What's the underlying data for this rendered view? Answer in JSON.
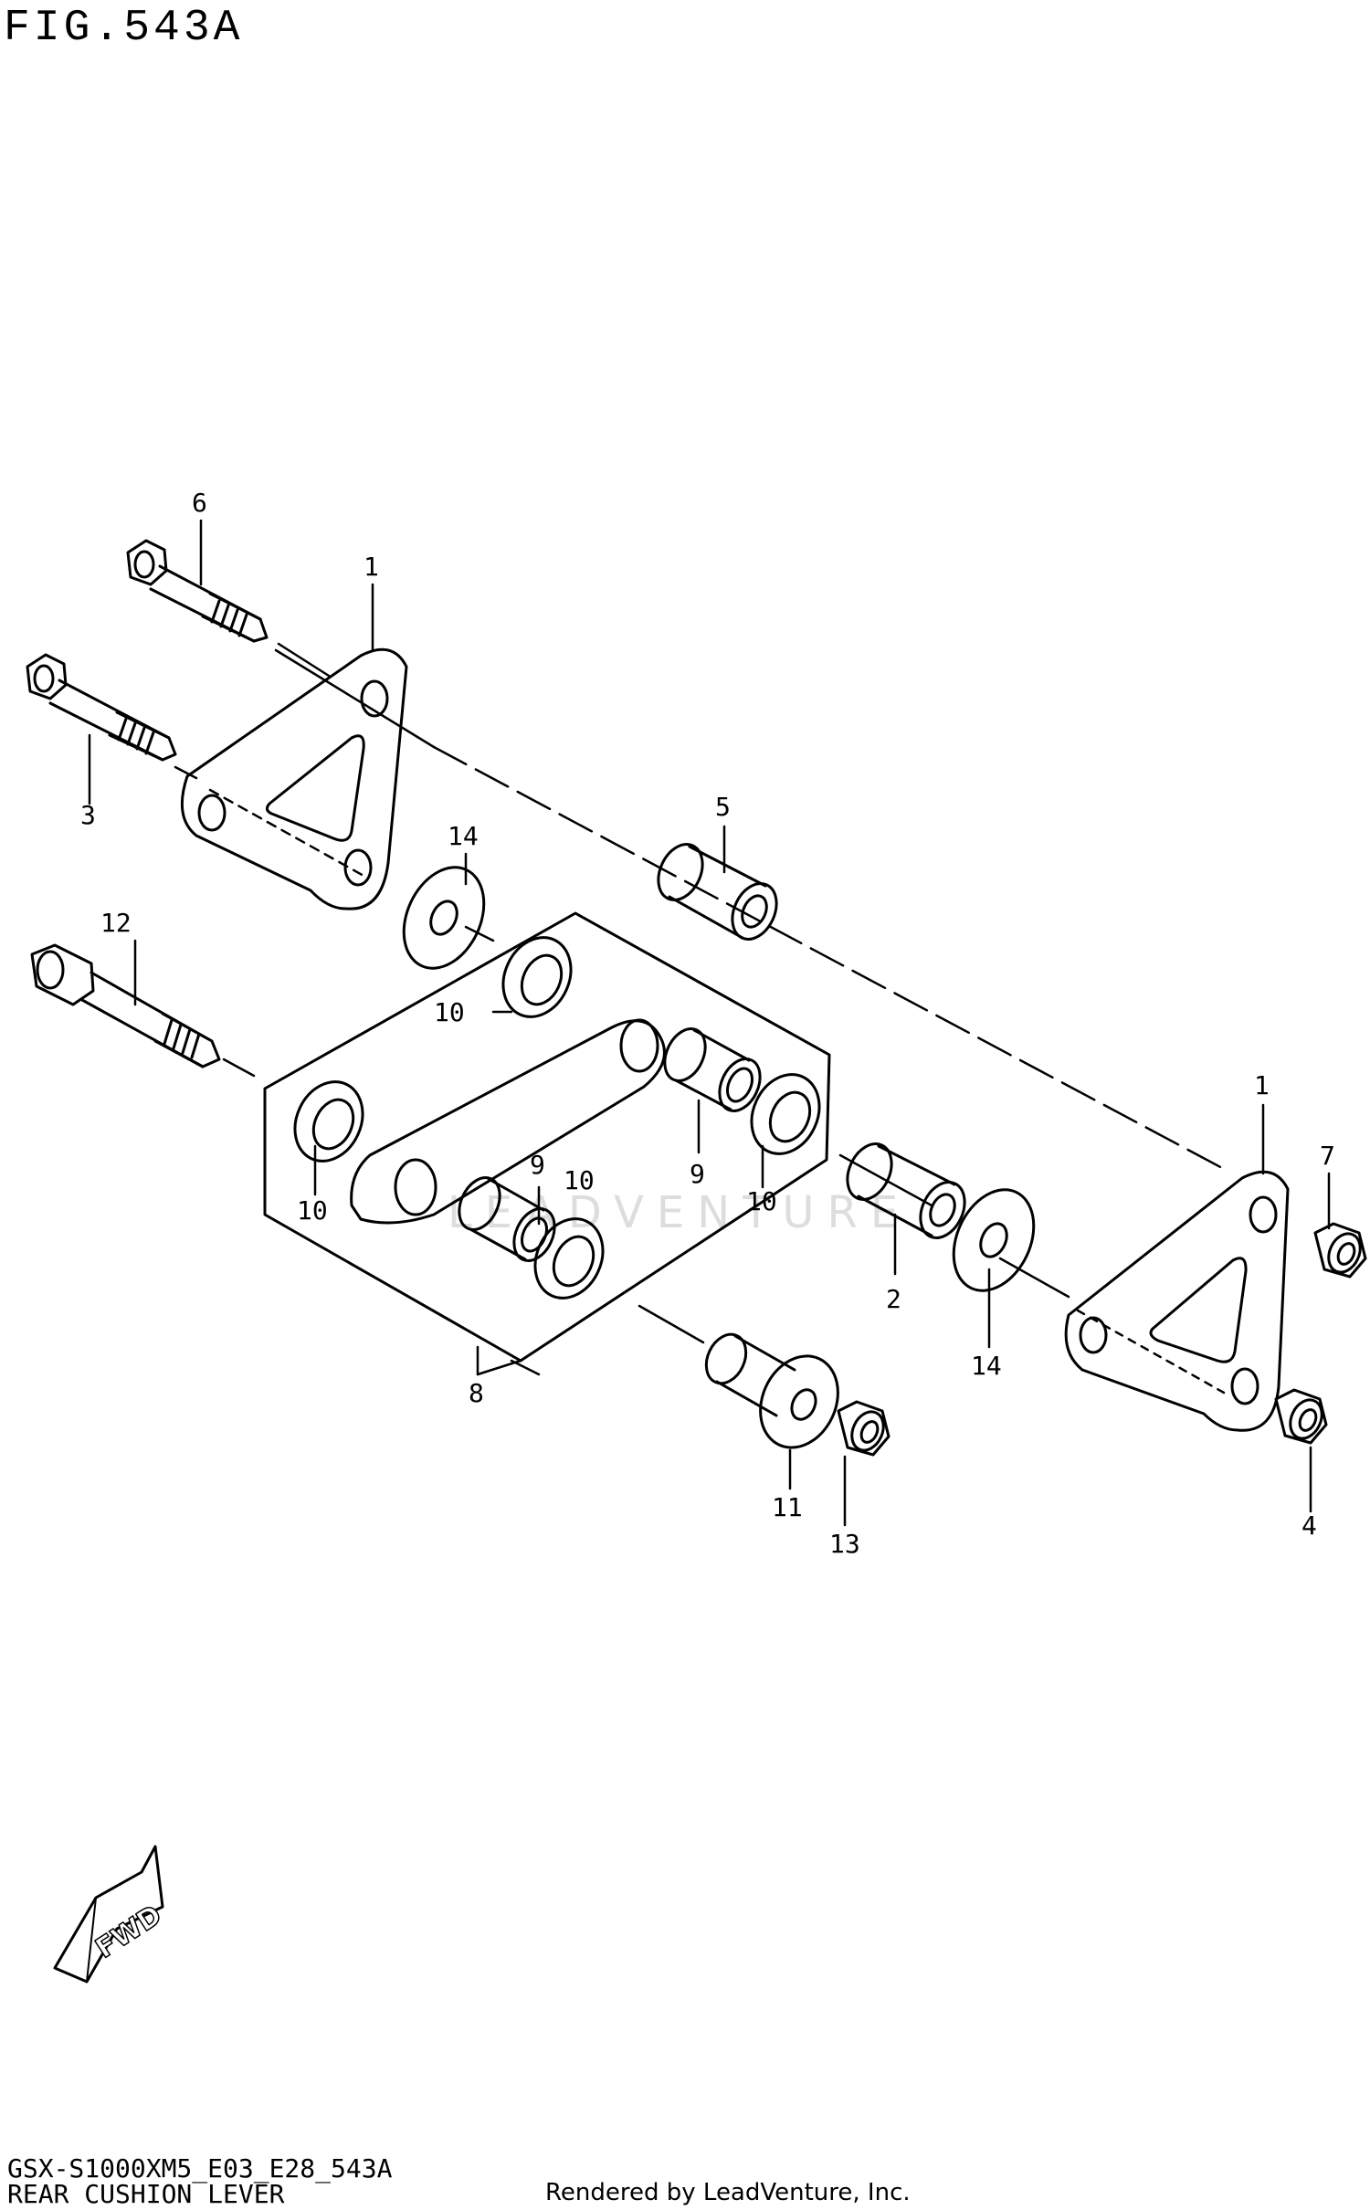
{
  "figure": {
    "title": "FIG.543A"
  },
  "watermark": "LEADVENTURE",
  "callouts": [
    {
      "id": "c1a",
      "label": "1"
    },
    {
      "id": "c1b",
      "label": "1"
    },
    {
      "id": "c2",
      "label": "2"
    },
    {
      "id": "c3",
      "label": "3"
    },
    {
      "id": "c4",
      "label": "4"
    },
    {
      "id": "c5",
      "label": "5"
    },
    {
      "id": "c6",
      "label": "6"
    },
    {
      "id": "c7",
      "label": "7"
    },
    {
      "id": "c8",
      "label": "8"
    },
    {
      "id": "c9a",
      "label": "9"
    },
    {
      "id": "c9b",
      "label": "9"
    },
    {
      "id": "c10a",
      "label": "10"
    },
    {
      "id": "c10b",
      "label": "10"
    },
    {
      "id": "c10c",
      "label": "10"
    },
    {
      "id": "c10d",
      "label": "10"
    },
    {
      "id": "c11",
      "label": "11"
    },
    {
      "id": "c12",
      "label": "12"
    },
    {
      "id": "c13",
      "label": "13"
    },
    {
      "id": "c14a",
      "label": "14"
    },
    {
      "id": "c14b",
      "label": "14"
    }
  ],
  "fwd_arrow": {
    "label": "FWD"
  },
  "footer": {
    "model_code": "GSX-S1000XM5_E03_E28_543A",
    "section_name": "REAR CUSHION LEVER",
    "credit": "Rendered by LeadVenture, Inc."
  }
}
